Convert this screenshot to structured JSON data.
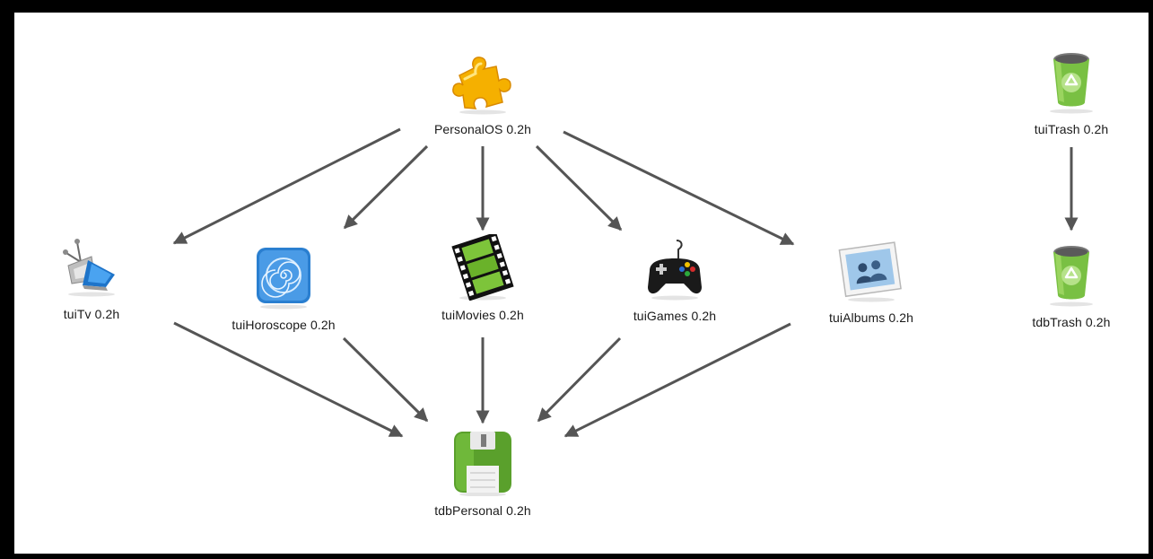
{
  "nodes": [
    {
      "id": "personalos",
      "label": "PersonalOS 0.2h",
      "icon": "puzzle-piece-icon"
    },
    {
      "id": "tuitv",
      "label": "tuiTv 0.2h",
      "icon": "satellite-tv-icon"
    },
    {
      "id": "tuihoroscope",
      "label": "tuiHoroscope 0.2h",
      "icon": "spiral-icon"
    },
    {
      "id": "tuimovies",
      "label": "tuiMovies 0.2h",
      "icon": "film-strip-icon"
    },
    {
      "id": "tuigames",
      "label": "tuiGames 0.2h",
      "icon": "gamepad-icon"
    },
    {
      "id": "tuialbums",
      "label": "tuiAlbums 0.2h",
      "icon": "photo-album-icon"
    },
    {
      "id": "tuitrash",
      "label": "tuiTrash 0.2h",
      "icon": "recycle-bin-icon"
    },
    {
      "id": "tdbtrash",
      "label": "tdbTrash 0.2h",
      "icon": "recycle-bin-icon"
    },
    {
      "id": "tdbpersonal",
      "label": "tdbPersonal 0.2h",
      "icon": "floppy-disk-icon"
    }
  ],
  "edges": [
    {
      "from": "personalos",
      "to": "tuitv"
    },
    {
      "from": "personalos",
      "to": "tuihoroscope"
    },
    {
      "from": "personalos",
      "to": "tuimovies"
    },
    {
      "from": "personalos",
      "to": "tuigames"
    },
    {
      "from": "personalos",
      "to": "tuialbums"
    },
    {
      "from": "tuitv",
      "to": "tdbpersonal"
    },
    {
      "from": "tuihoroscope",
      "to": "tdbpersonal"
    },
    {
      "from": "tuimovies",
      "to": "tdbpersonal"
    },
    {
      "from": "tuigames",
      "to": "tdbpersonal"
    },
    {
      "from": "tuialbums",
      "to": "tdbpersonal"
    },
    {
      "from": "tuitrash",
      "to": "tdbtrash"
    }
  ],
  "colors": {
    "background": "#ffffff",
    "frame": "#000000",
    "edge": "#555555"
  }
}
